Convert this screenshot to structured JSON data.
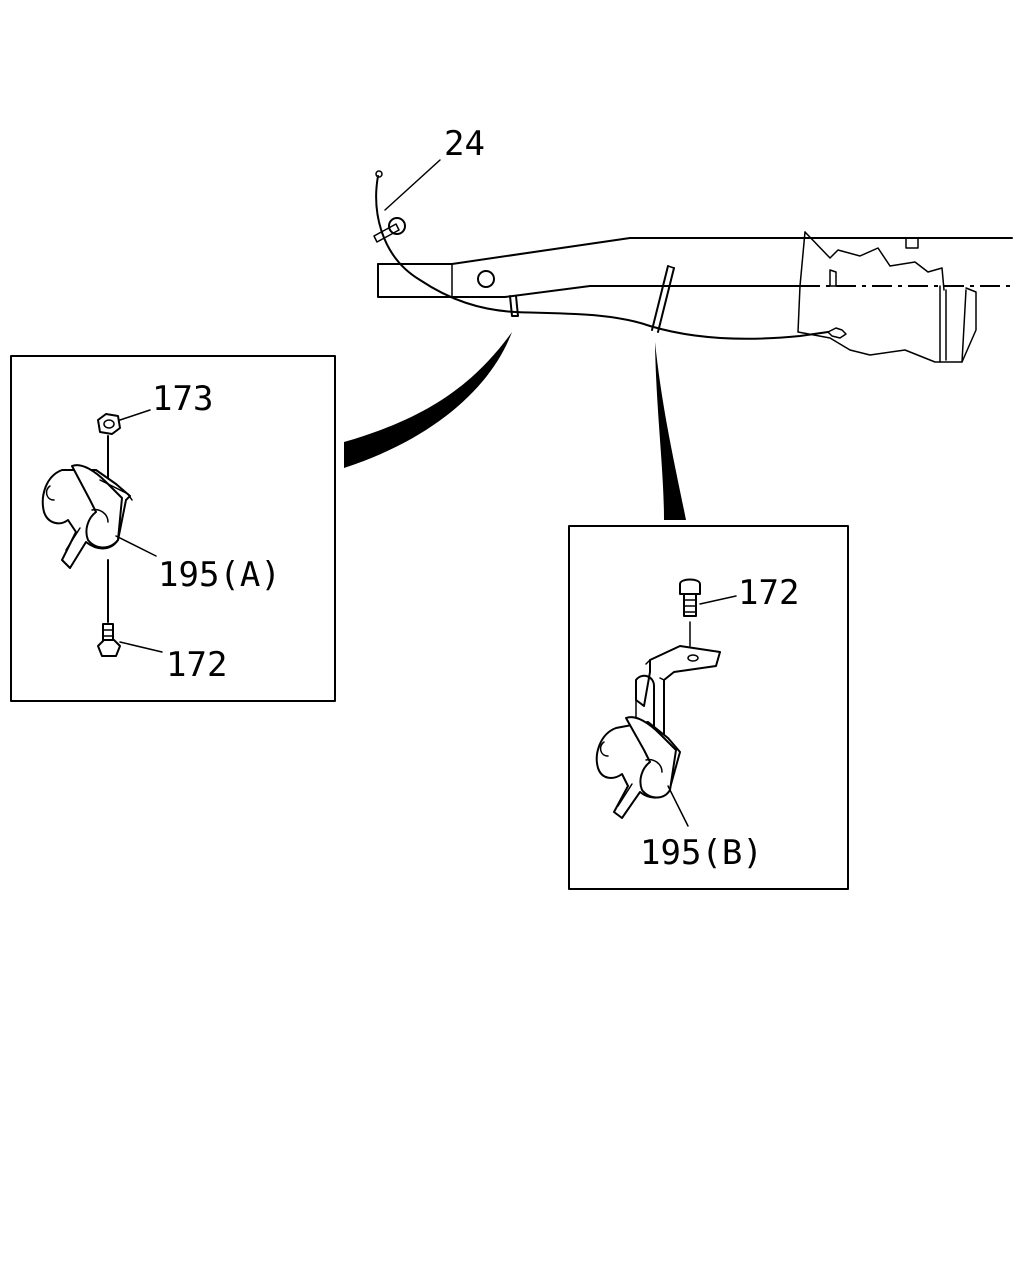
{
  "labels": {
    "cable": "24",
    "nut_a": "173",
    "clip_a": "195(A)",
    "bolt_a": "172",
    "bolt_b": "172",
    "clip_b": "195(B)"
  }
}
